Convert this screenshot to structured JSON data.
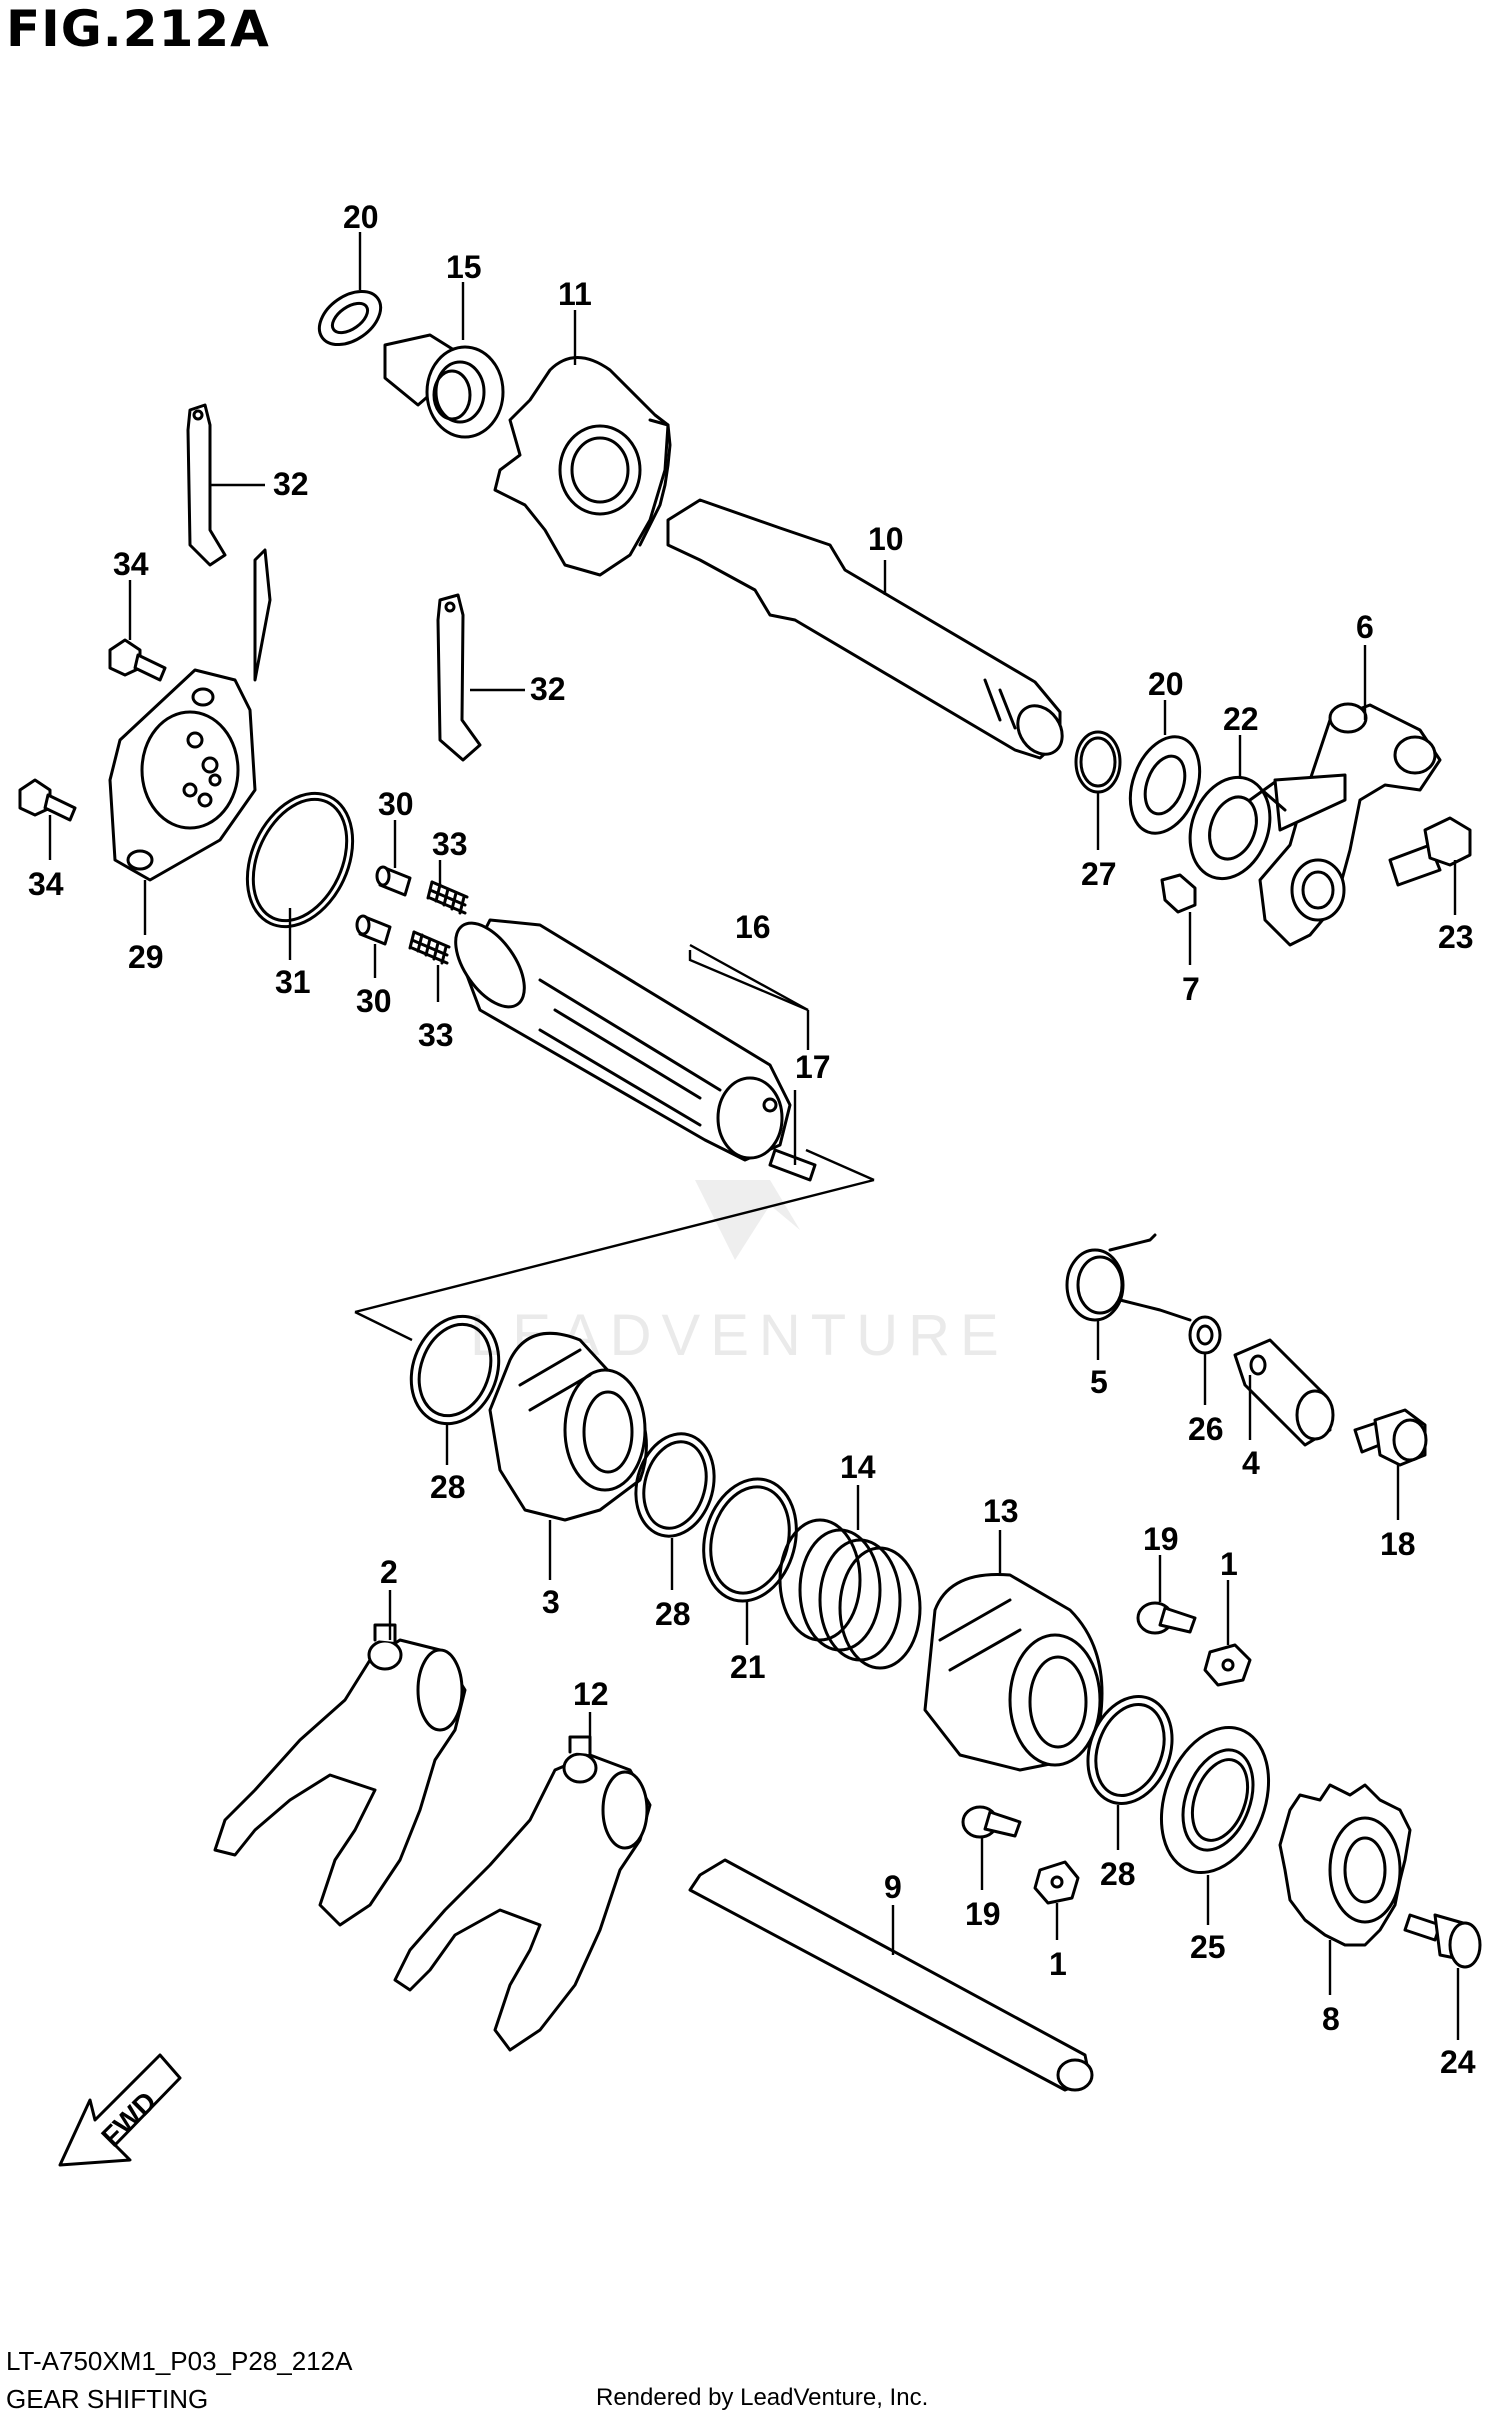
{
  "figure": {
    "title": "FIG.212A",
    "model_code": "LT-A750XM1_P03_P28_212A",
    "section_name": "GEAR SHIFTING",
    "rendered_by": "Rendered by LeadVenture, Inc.",
    "watermark": "LEADVENTURE",
    "fwd_label": "FWD"
  },
  "callouts": [
    "20",
    "15",
    "11",
    "32",
    "34",
    "10",
    "32",
    "20",
    "22",
    "6",
    "34",
    "29",
    "31",
    "30",
    "33",
    "30",
    "33",
    "16",
    "17",
    "27",
    "7",
    "23",
    "5",
    "26",
    "4",
    "18",
    "28",
    "3",
    "14",
    "28",
    "21",
    "13",
    "19",
    "1",
    "2",
    "12",
    "28",
    "19",
    "1",
    "25",
    "9",
    "8",
    "24"
  ]
}
